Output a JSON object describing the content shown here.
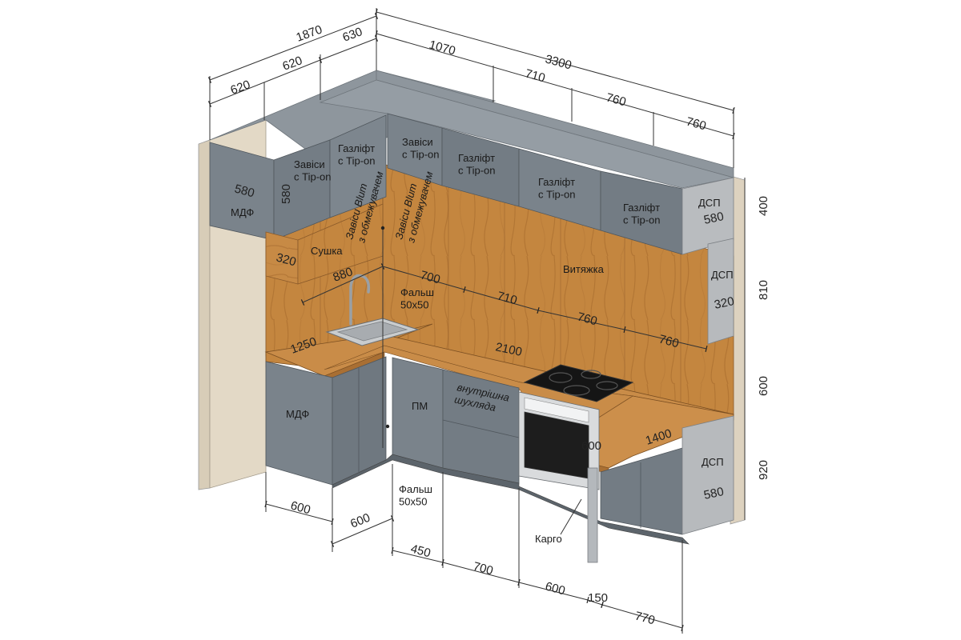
{
  "overall": {
    "depth_left": "1870",
    "width_top": "3300",
    "height_upper": "400",
    "height_gap": "810",
    "height_worktop": "600",
    "height_base": "920"
  },
  "top_dims": {
    "left_1": "620",
    "left_2": "620",
    "left_3": "630",
    "right_1": "1070",
    "right_2": "710",
    "right_3": "760",
    "right_4": "760"
  },
  "upper_cabinets": {
    "mdf_label": "МДФ",
    "mdf_width": "580",
    "corner_depth": "580",
    "hinge_tipon": "Завіси\nс Tip-on",
    "gaslift_1": "Газліфт\nс Tip-on",
    "hinge_tipon_2": "Завіси\nс Tip-on",
    "gaslift_2": "Газліфт\nс Tip-on",
    "gaslift_3": "Газліфт\nс Tip-on",
    "gaslift_4": "Газліфт\nс Tip-on",
    "dsp_top": "ДСП",
    "dsp_top_width": "580",
    "blum_1": "Завіси Blum\nз обмежувачем",
    "blum_2": "Завіси Blum\nз обмежувачем",
    "dryer": "Сушка",
    "dryer_depth": "320",
    "hood": "Витяжка",
    "dsp_mid": "ДСП",
    "dsp_mid_depth": "320"
  },
  "wall_dims": {
    "d880": "880",
    "d700": "700",
    "d710": "710",
    "d760a": "760",
    "d760b": "760",
    "falsh": "Фальш\n50x50"
  },
  "worktop": {
    "left": "1250",
    "main": "2100",
    "bar_depth": "600",
    "bar_len": "1400"
  },
  "base_cabinets": {
    "mdf": "МДФ",
    "pm": "ПМ",
    "drawer": "внутрішна\nшухляда",
    "dsp": "ДСП",
    "dsp_width": "580",
    "falsh": "Фальш\n50x50",
    "cargo": "Карго"
  },
  "bottom_dims": {
    "b600a": "600",
    "b600b": "600",
    "b450": "450",
    "b700": "700",
    "b600c": "600",
    "b150": "150",
    "b770": "770"
  }
}
